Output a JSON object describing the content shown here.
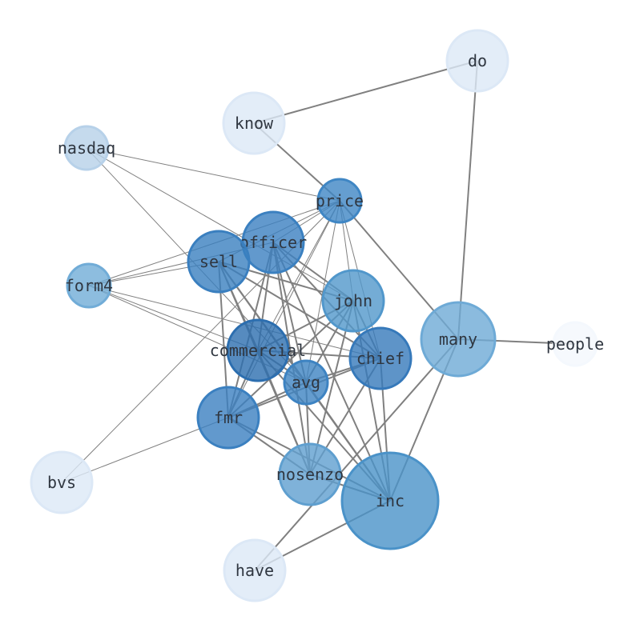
{
  "nodes": [
    {
      "id": "do",
      "label": "do",
      "color": "#dce8f6"
    },
    {
      "id": "know",
      "label": "know",
      "color": "#dce8f6"
    },
    {
      "id": "nasdaq",
      "label": "nasdaq",
      "color": "#b7d1e9"
    },
    {
      "id": "price",
      "label": "price",
      "color": "#3f86c4"
    },
    {
      "id": "officer",
      "label": "officer",
      "color": "#3b80c0"
    },
    {
      "id": "sell",
      "label": "sell",
      "color": "#3a7fbf"
    },
    {
      "id": "form4",
      "label": "form4",
      "color": "#71acd7"
    },
    {
      "id": "john",
      "label": "john",
      "color": "#5197cb"
    },
    {
      "id": "many",
      "label": "many",
      "color": "#6eaad6"
    },
    {
      "id": "people",
      "label": "people",
      "color": "#f4f8fd"
    },
    {
      "id": "commercial",
      "label": "commercial",
      "color": "#2c6eaf"
    },
    {
      "id": "chief",
      "label": "chief",
      "color": "#3679ba"
    },
    {
      "id": "avg",
      "label": "avg",
      "color": "#3d83c2"
    },
    {
      "id": "fmr",
      "label": "fmr",
      "color": "#3b80c0"
    },
    {
      "id": "bvs",
      "label": "bvs",
      "color": "#dce8f6"
    },
    {
      "id": "nosenzo",
      "label": "nosenzo",
      "color": "#5f9fcf"
    },
    {
      "id": "inc",
      "label": "inc",
      "color": "#4a92c8"
    },
    {
      "id": "have",
      "label": "have",
      "color": "#dce8f6"
    }
  ],
  "edges": [
    {
      "source": "do",
      "target": "know",
      "weight": "heavy"
    },
    {
      "source": "do",
      "target": "many",
      "weight": "heavy"
    },
    {
      "source": "know",
      "target": "price",
      "weight": "heavy"
    },
    {
      "source": "nasdaq",
      "target": "price",
      "weight": "light"
    },
    {
      "source": "nasdaq",
      "target": "john",
      "weight": "light"
    },
    {
      "source": "nasdaq",
      "target": "avg",
      "weight": "light"
    },
    {
      "source": "price",
      "target": "officer",
      "weight": "light"
    },
    {
      "source": "price",
      "target": "sell",
      "weight": "light"
    },
    {
      "source": "price",
      "target": "form4",
      "weight": "light"
    },
    {
      "source": "price",
      "target": "john",
      "weight": "light"
    },
    {
      "source": "price",
      "target": "many",
      "weight": "heavy"
    },
    {
      "source": "price",
      "target": "commercial",
      "weight": "light"
    },
    {
      "source": "price",
      "target": "chief",
      "weight": "light"
    },
    {
      "source": "price",
      "target": "avg",
      "weight": "light"
    },
    {
      "source": "price",
      "target": "fmr",
      "weight": "light"
    },
    {
      "source": "price",
      "target": "bvs",
      "weight": "light"
    },
    {
      "source": "officer",
      "target": "form4",
      "weight": "light"
    },
    {
      "source": "officer",
      "target": "john",
      "weight": "heavy"
    },
    {
      "source": "officer",
      "target": "commercial",
      "weight": "heavy"
    },
    {
      "source": "officer",
      "target": "chief",
      "weight": "heavy"
    },
    {
      "source": "officer",
      "target": "avg",
      "weight": "heavy"
    },
    {
      "source": "officer",
      "target": "fmr",
      "weight": "heavy"
    },
    {
      "source": "officer",
      "target": "nosenzo",
      "weight": "heavy"
    },
    {
      "source": "officer",
      "target": "inc",
      "weight": "heavy"
    },
    {
      "source": "sell",
      "target": "form4",
      "weight": "light"
    },
    {
      "source": "sell",
      "target": "john",
      "weight": "heavy"
    },
    {
      "source": "sell",
      "target": "commercial",
      "weight": "heavy"
    },
    {
      "source": "sell",
      "target": "chief",
      "weight": "heavy"
    },
    {
      "source": "sell",
      "target": "avg",
      "weight": "heavy"
    },
    {
      "source": "sell",
      "target": "fmr",
      "weight": "heavy"
    },
    {
      "source": "sell",
      "target": "nosenzo",
      "weight": "heavy"
    },
    {
      "source": "sell",
      "target": "inc",
      "weight": "heavy"
    },
    {
      "source": "form4",
      "target": "commercial",
      "weight": "light"
    },
    {
      "source": "form4",
      "target": "chief",
      "weight": "light"
    },
    {
      "source": "form4",
      "target": "avg",
      "weight": "light"
    },
    {
      "source": "john",
      "target": "commercial",
      "weight": "heavy"
    },
    {
      "source": "john",
      "target": "chief",
      "weight": "heavy"
    },
    {
      "source": "john",
      "target": "avg",
      "weight": "heavy"
    },
    {
      "source": "john",
      "target": "fmr",
      "weight": "heavy"
    },
    {
      "source": "john",
      "target": "nosenzo",
      "weight": "heavy"
    },
    {
      "source": "john",
      "target": "inc",
      "weight": "heavy"
    },
    {
      "source": "many",
      "target": "people",
      "weight": "heavy"
    },
    {
      "source": "many",
      "target": "inc",
      "weight": "heavy"
    },
    {
      "source": "many",
      "target": "have",
      "weight": "heavy"
    },
    {
      "source": "commercial",
      "target": "chief",
      "weight": "heavy"
    },
    {
      "source": "commercial",
      "target": "avg",
      "weight": "heavy"
    },
    {
      "source": "commercial",
      "target": "fmr",
      "weight": "heavy"
    },
    {
      "source": "commercial",
      "target": "nosenzo",
      "weight": "heavy"
    },
    {
      "source": "commercial",
      "target": "inc",
      "weight": "heavy"
    },
    {
      "source": "chief",
      "target": "avg",
      "weight": "heavy"
    },
    {
      "source": "chief",
      "target": "fmr",
      "weight": "heavy"
    },
    {
      "source": "chief",
      "target": "nosenzo",
      "weight": "heavy"
    },
    {
      "source": "chief",
      "target": "inc",
      "weight": "heavy"
    },
    {
      "source": "avg",
      "target": "fmr",
      "weight": "heavy"
    },
    {
      "source": "avg",
      "target": "nosenzo",
      "weight": "heavy"
    },
    {
      "source": "avg",
      "target": "inc",
      "weight": "heavy"
    },
    {
      "source": "fmr",
      "target": "bvs",
      "weight": "light"
    },
    {
      "source": "fmr",
      "target": "nosenzo",
      "weight": "heavy"
    },
    {
      "source": "fmr",
      "target": "inc",
      "weight": "heavy"
    },
    {
      "source": "nosenzo",
      "target": "inc",
      "weight": "heavy"
    },
    {
      "source": "inc",
      "target": "have",
      "weight": "heavy"
    }
  ]
}
